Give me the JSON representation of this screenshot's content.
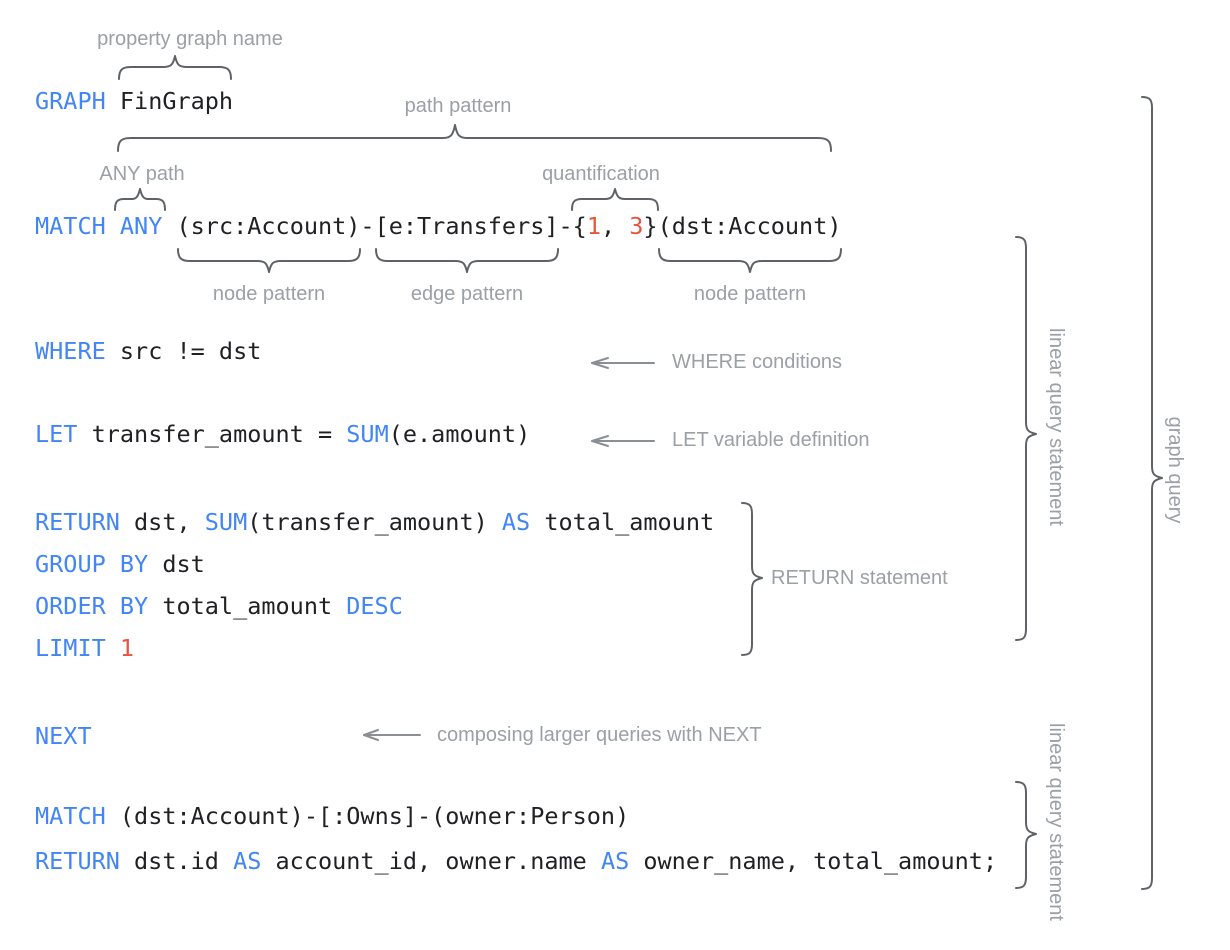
{
  "palette": {
    "keyword": "#4285f4",
    "number": "#e8543c",
    "code": "#202124",
    "annotation": "#9aa0a6",
    "brace": "#5f6368",
    "arrow": "#8a8f94",
    "bg": "#ffffff"
  },
  "annotations": {
    "property_graph_name": "property graph name",
    "path_pattern": "path pattern",
    "any_path": "ANY path",
    "quantification": "quantification",
    "node_pattern_left": "node pattern",
    "edge_pattern": "edge pattern",
    "node_pattern_right": "node pattern",
    "where_conditions": "WHERE conditions",
    "let_variable_definition": "LET variable definition",
    "return_statement": "RETURN statement",
    "composing_next": "composing larger queries with NEXT",
    "linear_query_statement_top": "linear query statement",
    "linear_query_statement_bottom": "linear query statement",
    "graph_query": "graph query"
  },
  "code": {
    "lines": [
      {
        "name": "graph-clause",
        "tokens": [
          {
            "text": "GRAPH",
            "type": "keyword"
          },
          {
            "text": " FinGraph",
            "type": "plain"
          }
        ]
      },
      {
        "name": "match-clause",
        "tokens": [
          {
            "text": "MATCH",
            "type": "keyword"
          },
          {
            "text": " ",
            "type": "plain"
          },
          {
            "text": "ANY",
            "type": "keyword"
          },
          {
            "text": " (src:Account)-[e:Transfers]-{",
            "type": "plain"
          },
          {
            "text": "1",
            "type": "number"
          },
          {
            "text": ", ",
            "type": "plain"
          },
          {
            "text": "3",
            "type": "number"
          },
          {
            "text": "}(dst:Account)",
            "type": "plain"
          }
        ]
      },
      {
        "name": "where-clause",
        "tokens": [
          {
            "text": "WHERE",
            "type": "keyword"
          },
          {
            "text": " src != dst",
            "type": "plain"
          }
        ]
      },
      {
        "name": "let-clause",
        "tokens": [
          {
            "text": "LET",
            "type": "keyword"
          },
          {
            "text": " transfer_amount = ",
            "type": "plain"
          },
          {
            "text": "SUM",
            "type": "keyword"
          },
          {
            "text": "(e.amount)",
            "type": "plain"
          }
        ]
      },
      {
        "name": "return-clause",
        "tokens": [
          {
            "text": "RETURN",
            "type": "keyword"
          },
          {
            "text": " dst, ",
            "type": "plain"
          },
          {
            "text": "SUM",
            "type": "keyword"
          },
          {
            "text": "(transfer_amount) ",
            "type": "plain"
          },
          {
            "text": "AS",
            "type": "keyword"
          },
          {
            "text": " total_amount",
            "type": "plain"
          }
        ]
      },
      {
        "name": "group-by-clause",
        "tokens": [
          {
            "text": "GROUP BY",
            "type": "keyword"
          },
          {
            "text": " dst",
            "type": "plain"
          }
        ]
      },
      {
        "name": "order-by-clause",
        "tokens": [
          {
            "text": "ORDER BY",
            "type": "keyword"
          },
          {
            "text": " total_amount ",
            "type": "plain"
          },
          {
            "text": "DESC",
            "type": "keyword"
          }
        ]
      },
      {
        "name": "limit-clause",
        "tokens": [
          {
            "text": "LIMIT",
            "type": "keyword"
          },
          {
            "text": " ",
            "type": "plain"
          },
          {
            "text": "1",
            "type": "number"
          }
        ]
      },
      {
        "name": "next-clause",
        "tokens": [
          {
            "text": "NEXT",
            "type": "keyword"
          }
        ]
      },
      {
        "name": "match-owns-clause",
        "tokens": [
          {
            "text": "MATCH",
            "type": "keyword"
          },
          {
            "text": " (dst:Account)-[:Owns]-(owner:Person)",
            "type": "plain"
          }
        ]
      },
      {
        "name": "final-return-clause",
        "tokens": [
          {
            "text": "RETURN",
            "type": "keyword"
          },
          {
            "text": " dst.id ",
            "type": "plain"
          },
          {
            "text": "AS",
            "type": "keyword"
          },
          {
            "text": " account_id, owner.name ",
            "type": "plain"
          },
          {
            "text": "AS",
            "type": "keyword"
          },
          {
            "text": " owner_name, total_amount;",
            "type": "plain"
          }
        ]
      }
    ]
  }
}
